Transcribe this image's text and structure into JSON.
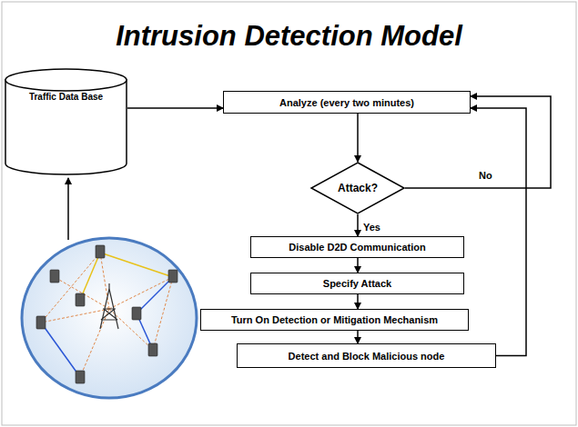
{
  "diagram": {
    "title": "Intrusion Detection Model",
    "nodes": [
      {
        "text": [
          "Traffic Data Base"
        ]
      },
      {
        "text": [
          "Analyze (every two minutes)"
        ]
      },
      {
        "text": [
          "Attack?"
        ]
      },
      {
        "text": [
          "Disable D2D Communication"
        ]
      },
      {
        "text": [
          "Specify Attack"
        ]
      },
      {
        "text": [
          "Turn On Detection or Mitigation Mechanism"
        ]
      },
      {
        "text": [
          "Detect and Block Malicious node"
        ]
      }
    ],
    "edges": [
      {
        "from": 0,
        "to": 1,
        "arrow": "to"
      },
      {
        "from": 1,
        "to": 2,
        "arrow": "to"
      },
      {
        "from": 2,
        "to": 1,
        "label": "No",
        "arrow": "to"
      },
      {
        "from": 2,
        "to": 3,
        "label": "Yes",
        "arrow": "to"
      },
      {
        "from": 3,
        "to": 4,
        "arrow": "to"
      },
      {
        "from": 4,
        "to": 5,
        "arrow": "to"
      },
      {
        "from": 5,
        "to": 6,
        "arrow": "to"
      },
      {
        "from": 6,
        "to": 1,
        "arrow": "to"
      }
    ]
  }
}
